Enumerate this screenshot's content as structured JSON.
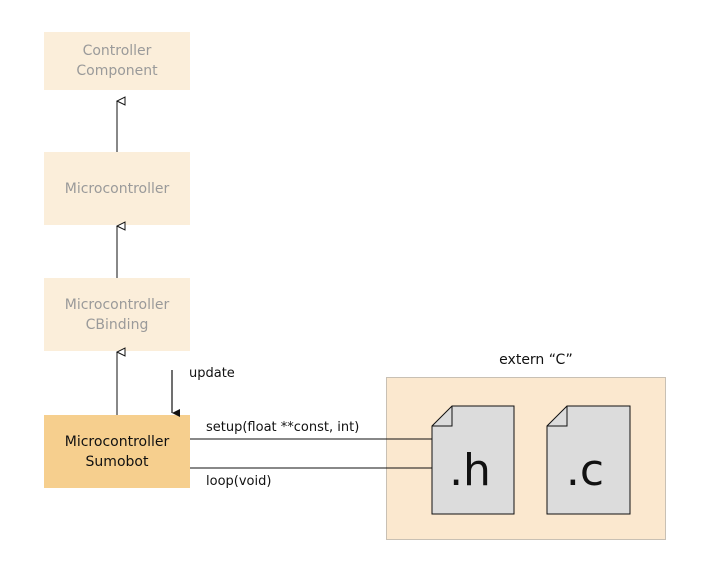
{
  "nodes": {
    "controller_component": [
      "Controller",
      "Component"
    ],
    "microcontroller": [
      "Microcontroller"
    ],
    "microcontroller_cbinding": [
      "Microcontroller",
      "CBinding"
    ],
    "microcontroller_sumobot": [
      "Microcontroller",
      "Sumobot"
    ]
  },
  "edge_labels": {
    "update": "update",
    "setup": "setup(float **const, int)",
    "loop": "loop(void)"
  },
  "extern_group": {
    "label": "extern “C”",
    "header_file": ".h",
    "source_file": ".c"
  },
  "colors": {
    "faded_box": "#fbeeda",
    "faded_text": "#9a9a9a",
    "active_box": "#f6cf8e",
    "extern_bg": "#fbe8cf",
    "file_fill": "#dcdcdc"
  }
}
